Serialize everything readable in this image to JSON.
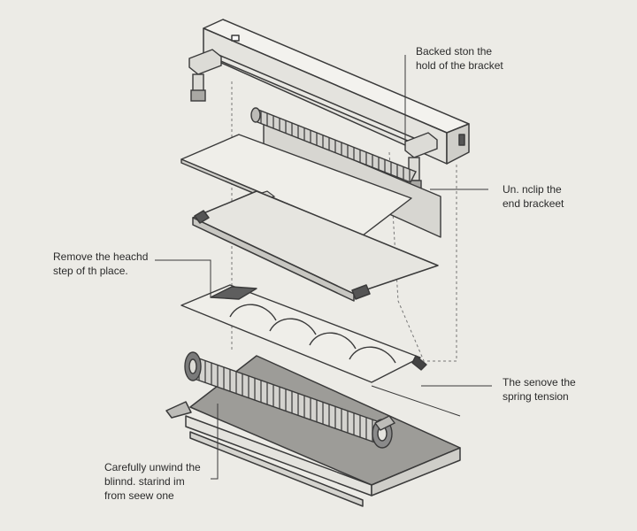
{
  "colors": {
    "background": "#ecebe6",
    "line": "#3a3a3a",
    "panel_fill": "#e4e3de",
    "shade_fill": "#c9c8c4",
    "dark_fill": "#6b6b6b"
  },
  "callouts": [
    {
      "id": "backed-bracket",
      "lines": [
        "Backed ston the",
        "hold of the bracket"
      ]
    },
    {
      "id": "unclip-end-bracket",
      "lines": [
        "Un. nclip the",
        "end brackeet"
      ]
    },
    {
      "id": "remove-head-step",
      "lines": [
        "Remove the heachd",
        "step of th place."
      ]
    },
    {
      "id": "spring-tension",
      "lines": [
        "The senove the",
        "spring tension"
      ]
    },
    {
      "id": "unwind-blind",
      "lines": [
        "Carefully unwind the",
        "blinnd. starind im",
        "from seew one"
      ]
    }
  ]
}
